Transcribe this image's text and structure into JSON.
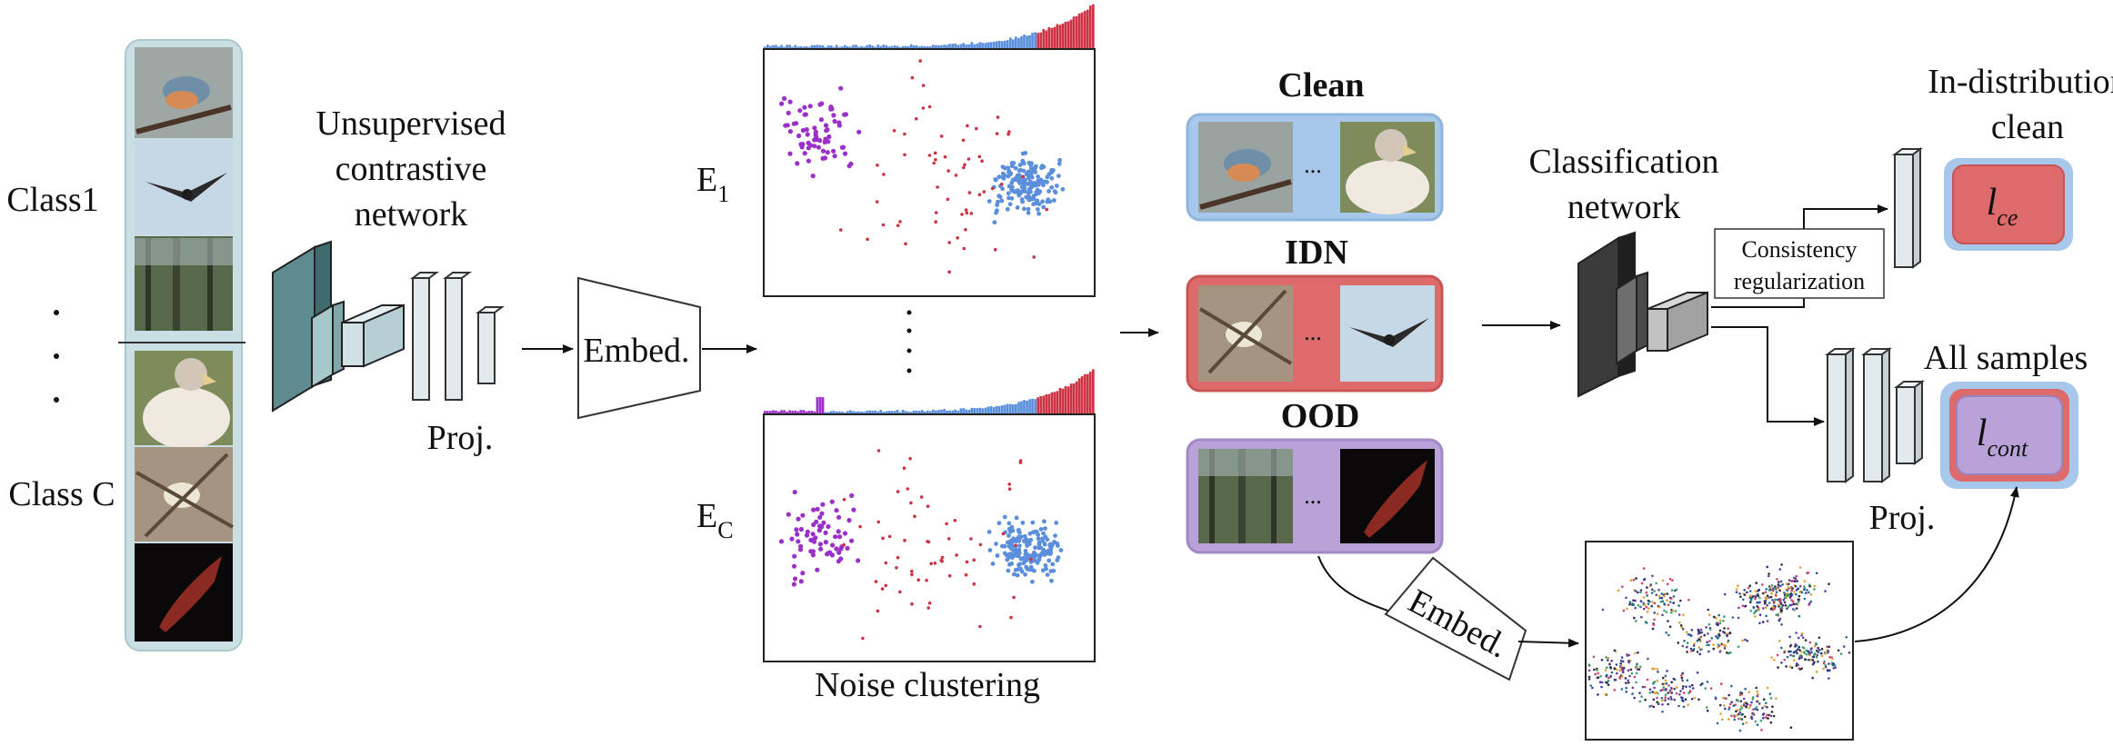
{
  "input_column": {
    "class_first": "Class1",
    "class_last": "Class C",
    "ellipsis": ".\n.\n.",
    "images": [
      "bird-icon",
      "eagle-icon",
      "forest-icon",
      "vulture-icon",
      "bird-icon",
      "squid-icon"
    ]
  },
  "contrastive_network": {
    "label_lines": [
      "Unsupervised",
      "contrastive",
      "network"
    ],
    "proj_label": "Proj."
  },
  "embed_label": "Embed.",
  "noise_clustering": {
    "label": "Noise clustering",
    "top_subscript": "1",
    "bottom_subscript": "C",
    "embedding_letter": "E",
    "colors": {
      "clean": "#5b8fdc",
      "idn": "#cc3344",
      "ood": "#9b30c8"
    }
  },
  "groups": {
    "clean": {
      "label": "Clean",
      "color": "#a7c8ea",
      "ellipsis": "..."
    },
    "idn": {
      "label": "IDN",
      "color": "#de6b6b",
      "ellipsis": "..."
    },
    "ood": {
      "label": "OOD",
      "color": "#b8a2d8",
      "ellipsis": "..."
    }
  },
  "classification": {
    "label_lines": [
      "Classification",
      "network"
    ],
    "consistency_lines": [
      "Consistency",
      "regularization"
    ],
    "in_dist_lines": [
      "In-distribution",
      "clean"
    ],
    "all_samples": "All samples",
    "proj_label": "Proj.",
    "loss_ce": {
      "main": "l",
      "sub": "ce"
    },
    "loss_cont": {
      "main": "l",
      "sub": "cont"
    }
  },
  "umap_embed_label": "Embed."
}
